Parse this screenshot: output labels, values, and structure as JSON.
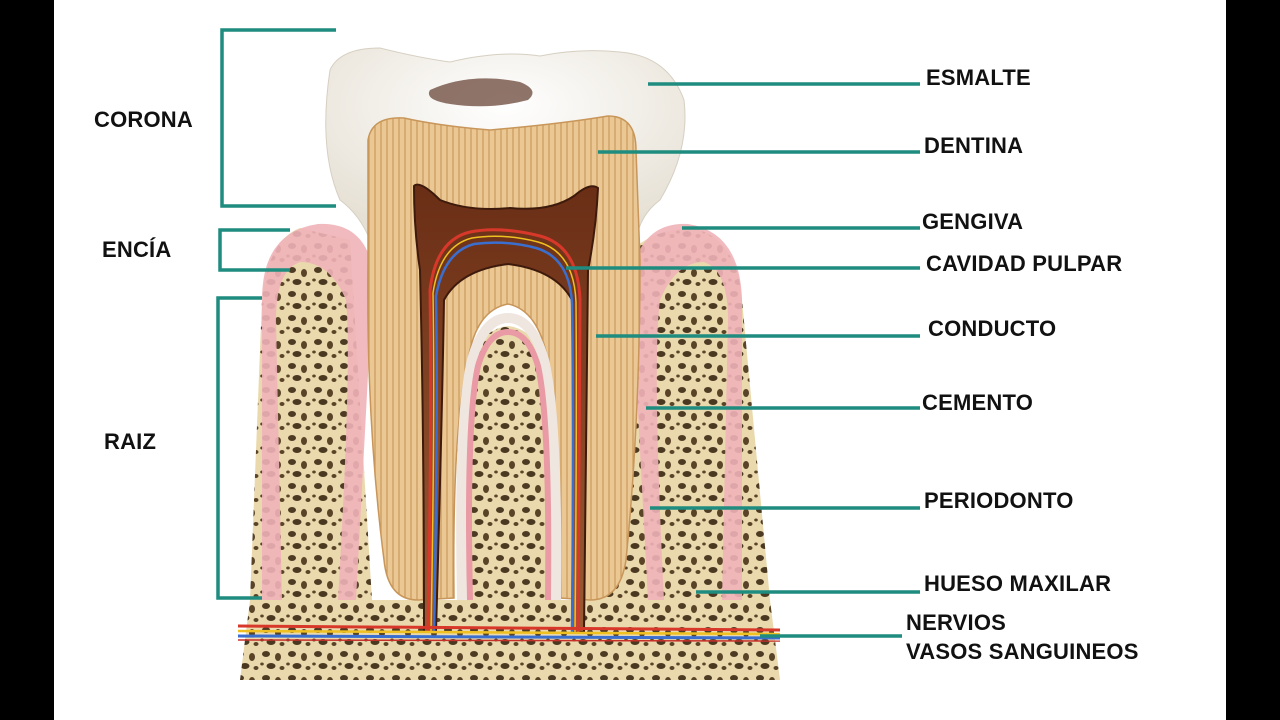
{
  "colors": {
    "leader": "#1e8c7e",
    "enamel": "#f4f1ea",
    "dentin": "#e8c48f",
    "pulp": "#7a3b1e",
    "gum": "#e8a0a8",
    "bone": "#e9dbb0",
    "pore": "#4a3a24",
    "artery": "#d8382a",
    "vein": "#3a6fd0",
    "nerve": "#f0c020"
  },
  "left_labels": {
    "corona": "CORONA",
    "encia": "ENCÍA",
    "raiz": "RAIZ"
  },
  "right_labels": {
    "esmalte": "ESMALTE",
    "dentina": "DENTINA",
    "gengiva": "GENGIVA",
    "cavidad_pulpar": "CAVIDAD PULPAR",
    "conducto": "CONDUCTO",
    "cemento": "CEMENTO",
    "periodonto": "PERIODONTO",
    "hueso_maxilar": "HUESO MAXILAR",
    "nervios": "NERVIOS",
    "vasos": "VASOS SANGUINEOS"
  }
}
